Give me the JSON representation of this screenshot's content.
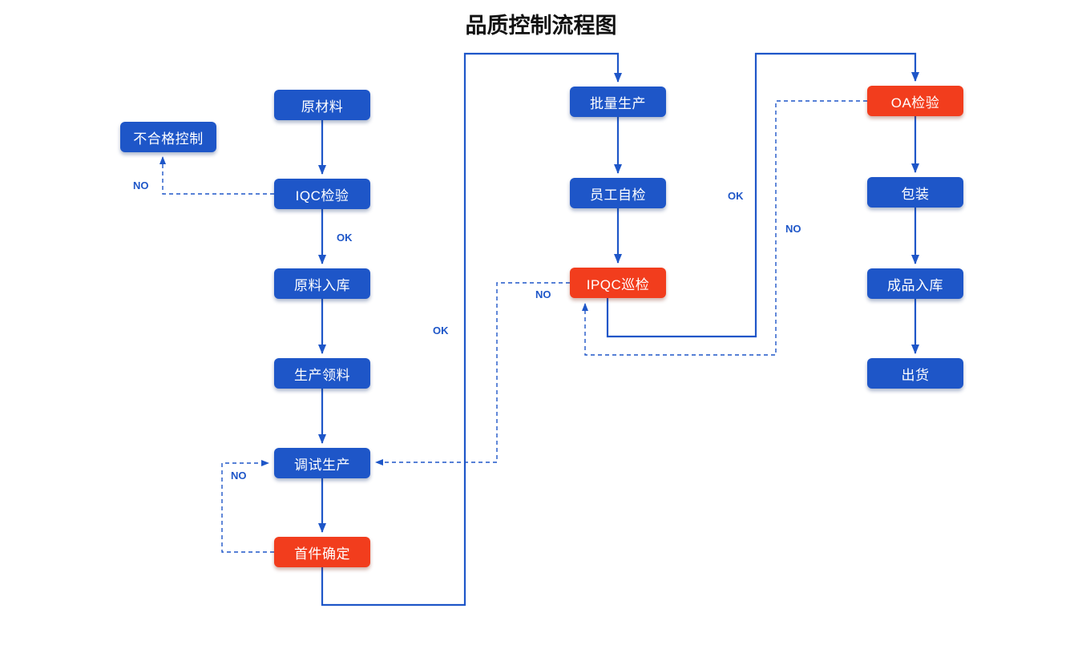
{
  "title": "品质控制流程图",
  "colors": {
    "primary": "#1e56c8",
    "danger": "#f23d1d",
    "line": "#1e56c8"
  },
  "nodes": {
    "raw_material": {
      "label": "原材料"
    },
    "nonconforming_control": {
      "label": "不合格控制"
    },
    "iqc_inspection": {
      "label": "IQC检验"
    },
    "material_storage": {
      "label": "原料入库"
    },
    "production_picking": {
      "label": "生产领料"
    },
    "trial_production": {
      "label": "调试生产"
    },
    "first_article_confirm": {
      "label": "首件确定"
    },
    "mass_production": {
      "label": "批量生产"
    },
    "employee_self_check": {
      "label": "员工自检"
    },
    "ipqc_patrol": {
      "label": "IPQC巡检"
    },
    "oa_inspection": {
      "label": "OA检验"
    },
    "packaging": {
      "label": "包装"
    },
    "finished_goods_storage": {
      "label": "成品入库"
    },
    "shipment": {
      "label": "出货"
    }
  },
  "edges": {
    "iqc_to_nonconforming": {
      "label": "NO"
    },
    "iqc_to_storage": {
      "label": "OK"
    },
    "first_to_mass": {
      "label": "OK"
    },
    "first_to_trial": {
      "label": "NO"
    },
    "ipqc_to_trial": {
      "label": "NO"
    },
    "ipqc_to_oa": {
      "label": "OK"
    },
    "oa_to_ipqc": {
      "label": "NO"
    }
  }
}
